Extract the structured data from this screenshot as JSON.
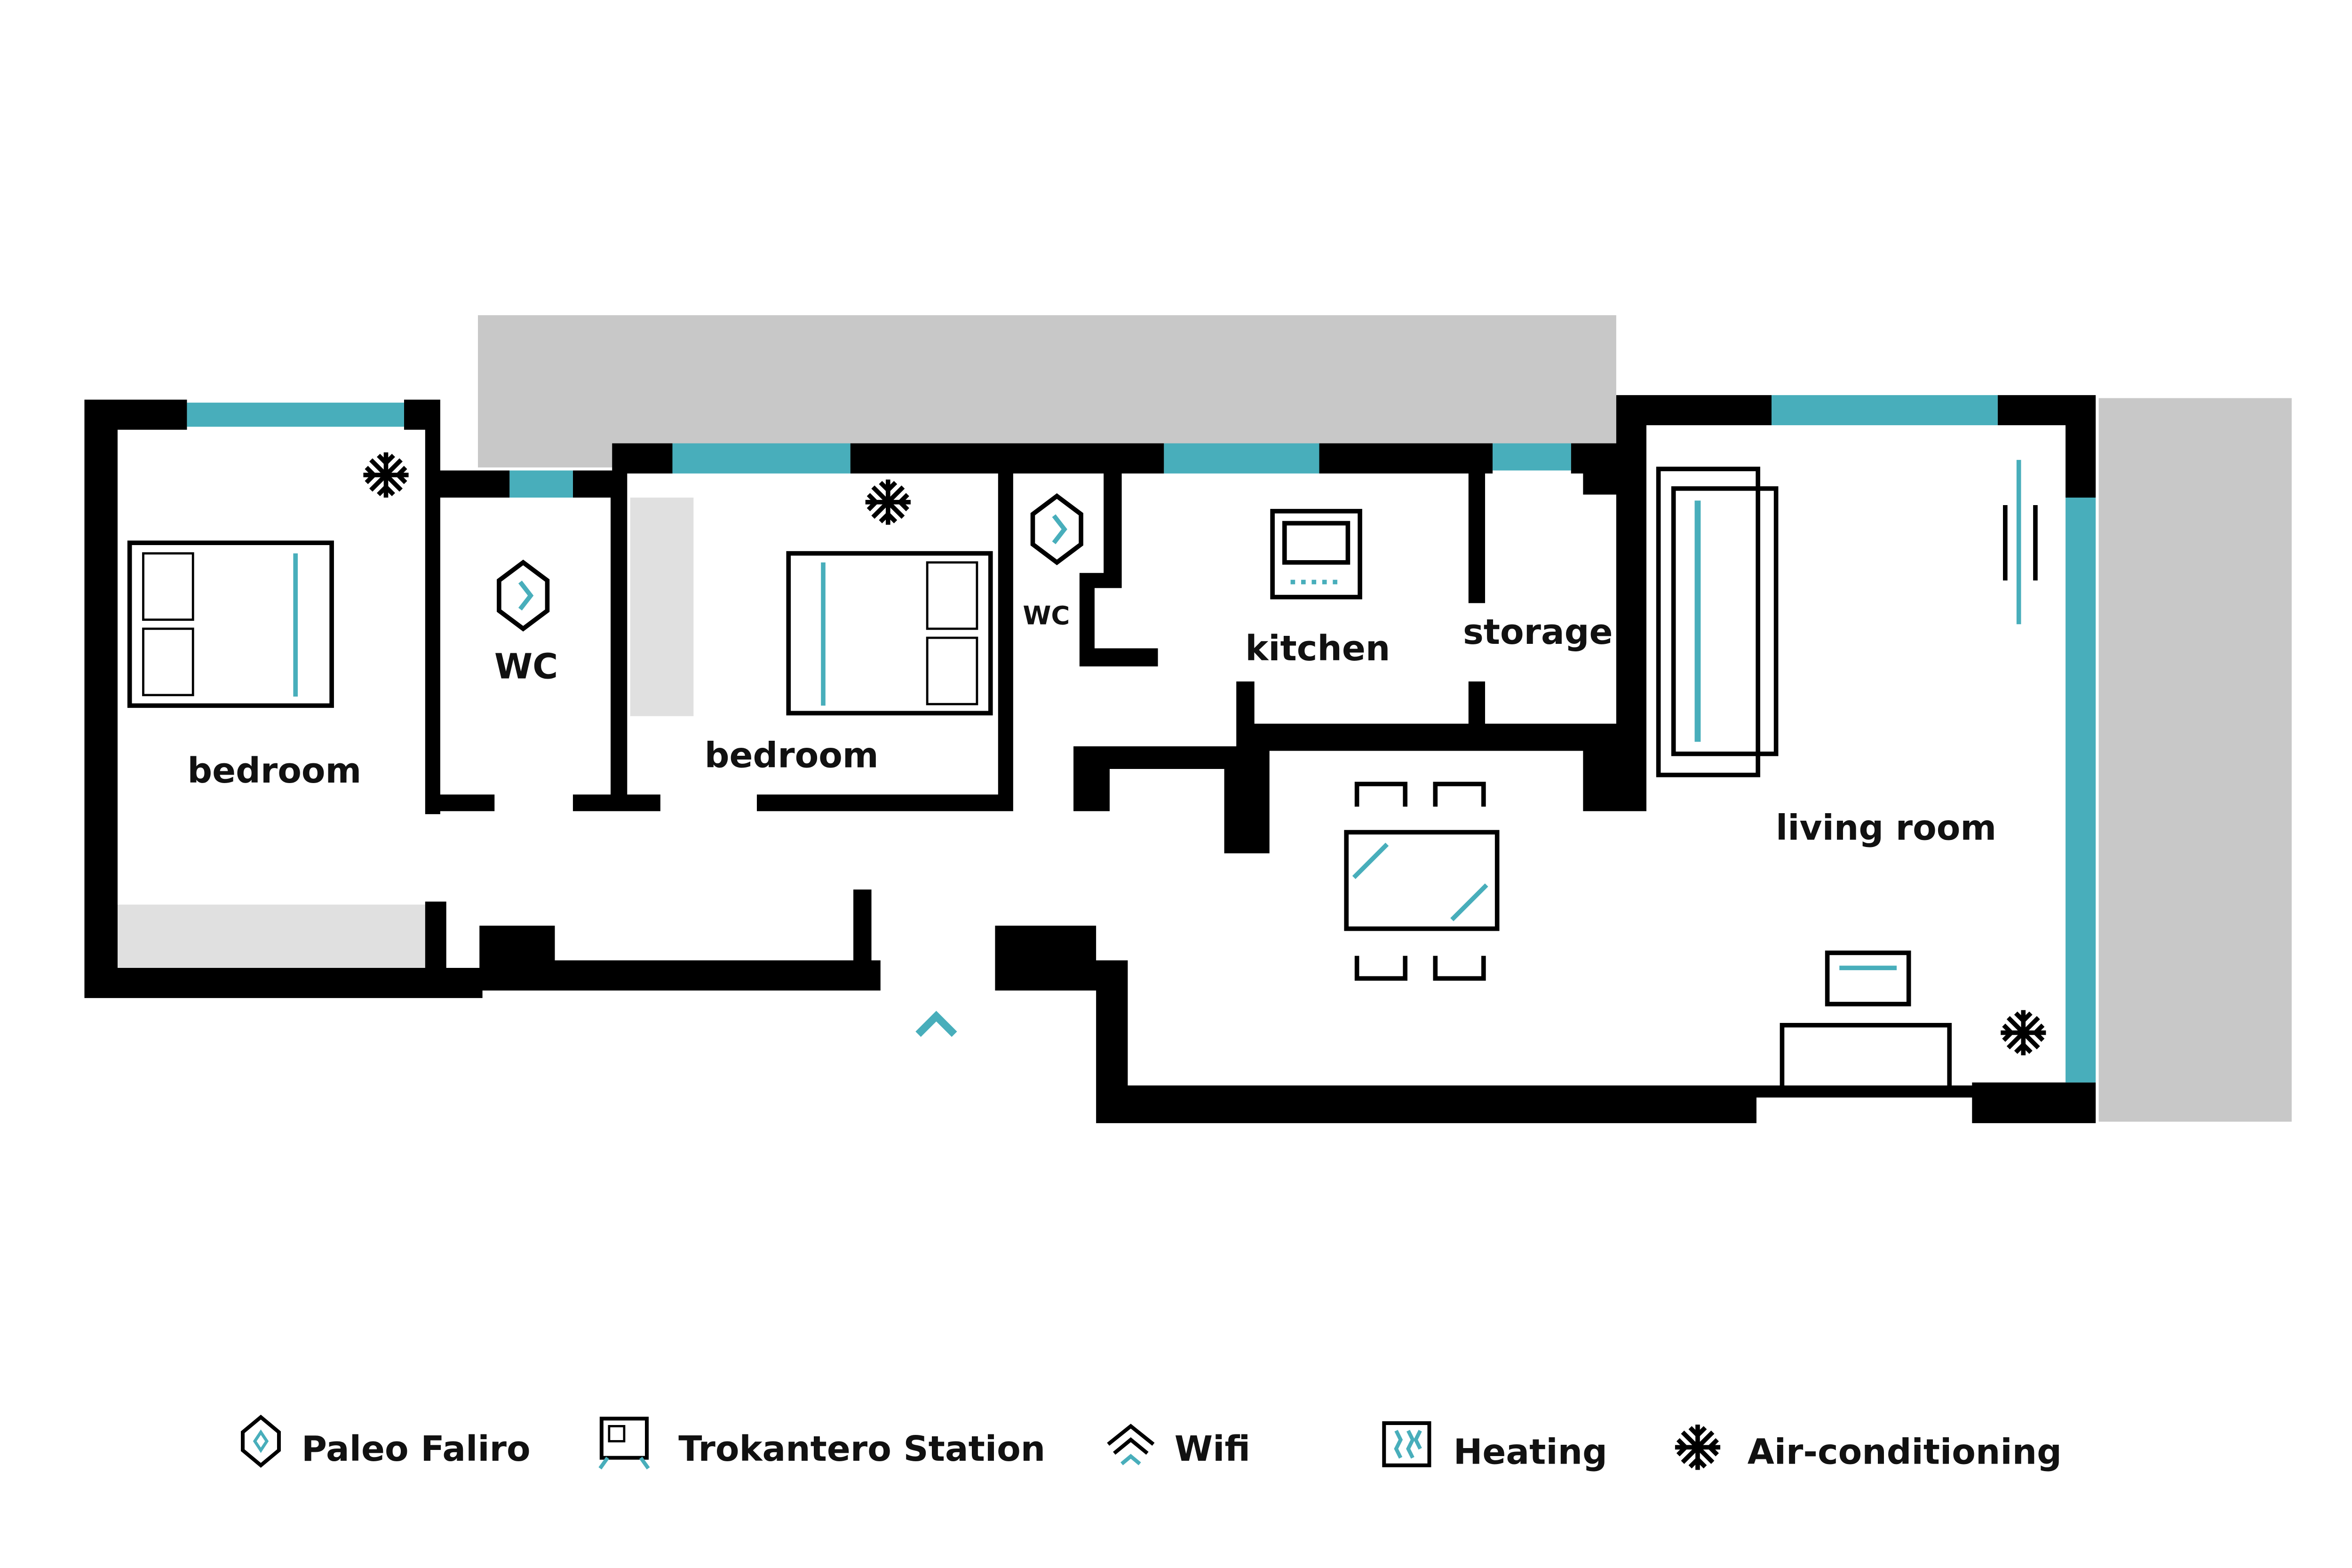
{
  "colors": {
    "wall": "#000000",
    "window": "#48aebb",
    "terrace": "#c8c8c8",
    "closet": "#e0e0e0"
  },
  "rooms": {
    "bedroom1": "bedroom",
    "wc1": "WC",
    "bedroom2": "bedroom",
    "wc2": "WC",
    "kitchen": "kitchen",
    "storage": "storage",
    "living": "living room"
  },
  "legend": [
    {
      "icon": "location-pin-icon",
      "label": "Paleo Faliro"
    },
    {
      "icon": "train-station-icon",
      "label": "Trokantero Station"
    },
    {
      "icon": "wifi-icon",
      "label": "Wifi"
    },
    {
      "icon": "heating-icon",
      "label": "Heating"
    },
    {
      "icon": "snowflake-icon",
      "label": "Air-conditioning"
    }
  ]
}
